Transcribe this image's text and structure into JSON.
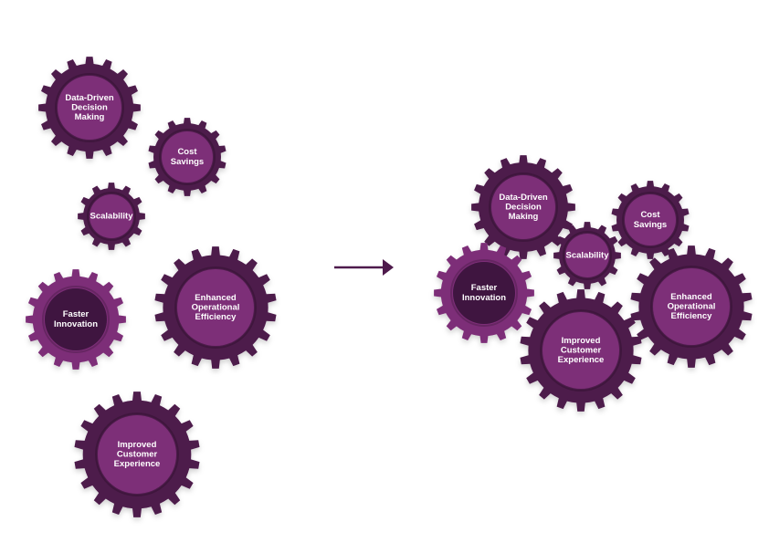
{
  "colors": {
    "gear_dark": "#4e1a4c",
    "gear_light": "#7d2f78",
    "inner_dark": "#3f1540",
    "inner_light": "#7d2f78",
    "arrow": "#4e1a4c",
    "text": "#ffffff"
  },
  "labels": {
    "data_driven": [
      "Data-Driven",
      "Decision",
      "Making"
    ],
    "cost": [
      "Cost",
      "Savings"
    ],
    "scalability": [
      "Scalability"
    ],
    "faster": [
      "Faster",
      "Innovation"
    ],
    "efficiency": [
      "Enhanced",
      "Operational",
      "Efficiency"
    ],
    "experience": [
      "Improved",
      "Customer",
      "Experience"
    ]
  },
  "scattered_gears": [
    {
      "id": "data_driven",
      "style": "dark"
    },
    {
      "id": "cost",
      "style": "dark"
    },
    {
      "id": "scalability",
      "style": "dark"
    },
    {
      "id": "faster",
      "style": "light"
    },
    {
      "id": "efficiency",
      "style": "dark"
    },
    {
      "id": "experience",
      "style": "dark"
    }
  ],
  "meshed_gears": [
    {
      "id": "data_driven",
      "style": "dark"
    },
    {
      "id": "cost",
      "style": "dark"
    },
    {
      "id": "scalability",
      "style": "dark"
    },
    {
      "id": "faster",
      "style": "light"
    },
    {
      "id": "efficiency",
      "style": "dark"
    },
    {
      "id": "experience",
      "style": "dark"
    }
  ],
  "arrow": {
    "icon": "arrow-right-icon"
  }
}
